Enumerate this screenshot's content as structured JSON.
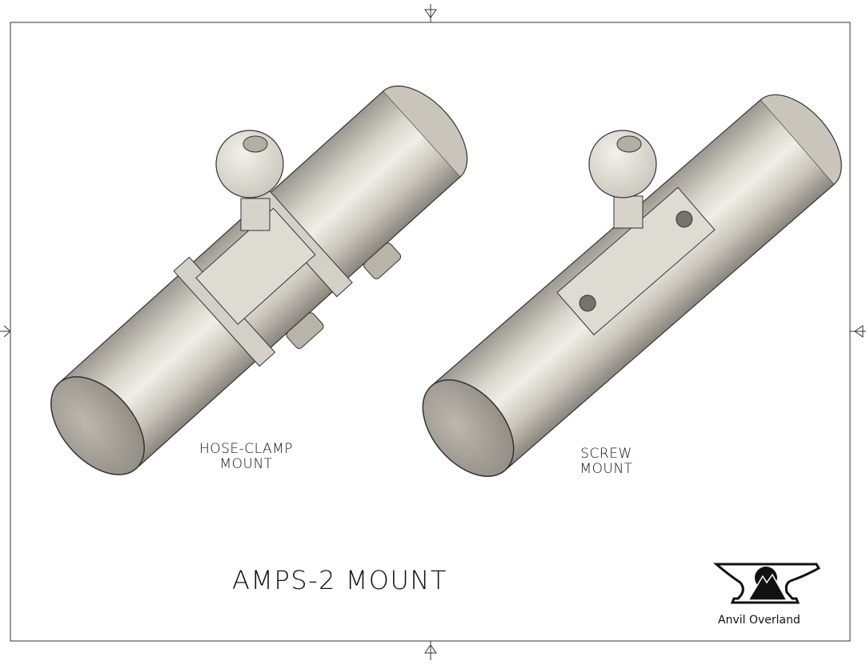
{
  "drawing": {
    "title": "AMPS-2 MOUNT",
    "left_part": {
      "label_line1": "HOSE-CLAMP",
      "label_line2": "MOUNT"
    },
    "right_part": {
      "label_line1": "SCREW",
      "label_line2": "MOUNT"
    },
    "logo": {
      "icon": "anvil-mountain-icon",
      "text": "Anvil Overland"
    }
  },
  "colors": {
    "tube_light": "#ecebe4",
    "tube_dark": "#8f8c84",
    "ball": "#e8e6de",
    "frame": "#333333"
  }
}
